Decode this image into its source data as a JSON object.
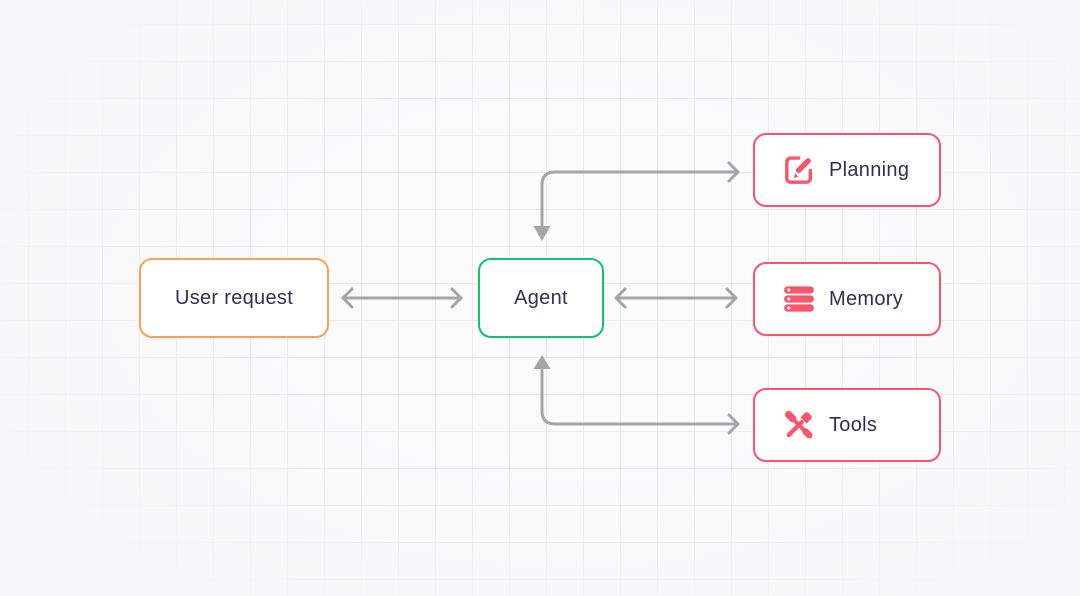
{
  "diagram": {
    "description": "Agent architecture diagram on a light grid background",
    "nodes": {
      "user_request": {
        "label": "User request",
        "border_color": "#F4A35A",
        "fill": "#FFFFFF"
      },
      "agent": {
        "label": "Agent",
        "border_color": "#10C46C",
        "fill": "#FFFFFF"
      },
      "planning": {
        "label": "Planning",
        "border_color": "#F9566D",
        "fill": "#FFFFFF",
        "icon": "edit-square-icon"
      },
      "memory": {
        "label": "Memory",
        "border_color": "#F9566D",
        "fill": "#FFFFFF",
        "icon": "server-stack-icon"
      },
      "tools": {
        "label": "Tools",
        "border_color": "#F9566D",
        "fill": "#FFFFFF",
        "icon": "hammer-screwdriver-icon"
      }
    },
    "edges": [
      {
        "from": "user_request",
        "to": "agent",
        "style": "straight",
        "heads": "open-chevron-both-ends"
      },
      {
        "from": "agent",
        "to": "memory",
        "style": "straight",
        "heads": "open-chevron-both-ends"
      },
      {
        "from": "agent",
        "to": "planning",
        "style": "elbow",
        "heads": "filled-triangle-at-agent, open-chevron-at-planning"
      },
      {
        "from": "agent",
        "to": "tools",
        "style": "elbow",
        "heads": "filled-triangle-at-agent, open-chevron-at-tools"
      }
    ],
    "colors": {
      "background": "#F6F6F8",
      "grid_cell": "#FBFBFC",
      "grid_line": "#EBEBEE",
      "arrow": "#A5A5A8",
      "label_text": "#322F55"
    }
  }
}
